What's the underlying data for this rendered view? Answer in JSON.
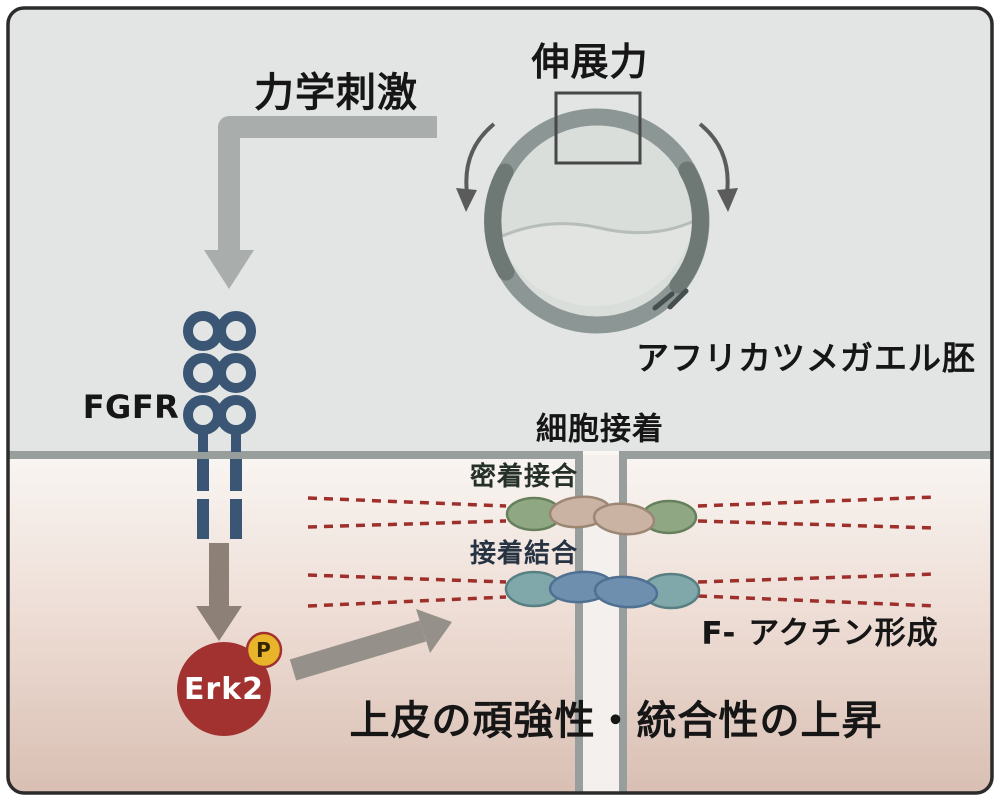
{
  "figure": {
    "type": "signaling-pathway-diagram",
    "labels": {
      "mechanical_stimulus": "力学刺激",
      "stretch_force": "伸展力",
      "embryo": "アフリカツメガエル胚",
      "receptor": "FGFR",
      "kinase": "Erk2",
      "phosphorylation": "P",
      "cell_adhesion": "細胞接着",
      "tight_junction": "密着接合",
      "adherens_junction": "接着結合",
      "f_actin": "F- アクチン形成",
      "outcome": "上皮の頑強性・統合性の上昇"
    },
    "colors": {
      "frame_border": "#2b2b2b",
      "background_top": "#e2e5e3",
      "cell_gradient_top": "#f9f6f3",
      "cell_gradient_bottom": "#d9bfb3",
      "membrane_gray": "#989e9c",
      "receptor_blue": "#3b5574",
      "erk2_red": "#a23230",
      "phospho_gold": "#e7b42a",
      "stimulus_arrow_gray": "#a9aeac",
      "signal_arrow_brown": "#8c8077",
      "actin_dash_red": "#9e2f2b",
      "tight_junction_green": "#8fa783",
      "tight_junction_tan": "#cbb3a3",
      "adherens_teal": "#80a7a9",
      "adherens_blue": "#6e8fad",
      "embryo_ring_gray": "#8c9694"
    }
  }
}
